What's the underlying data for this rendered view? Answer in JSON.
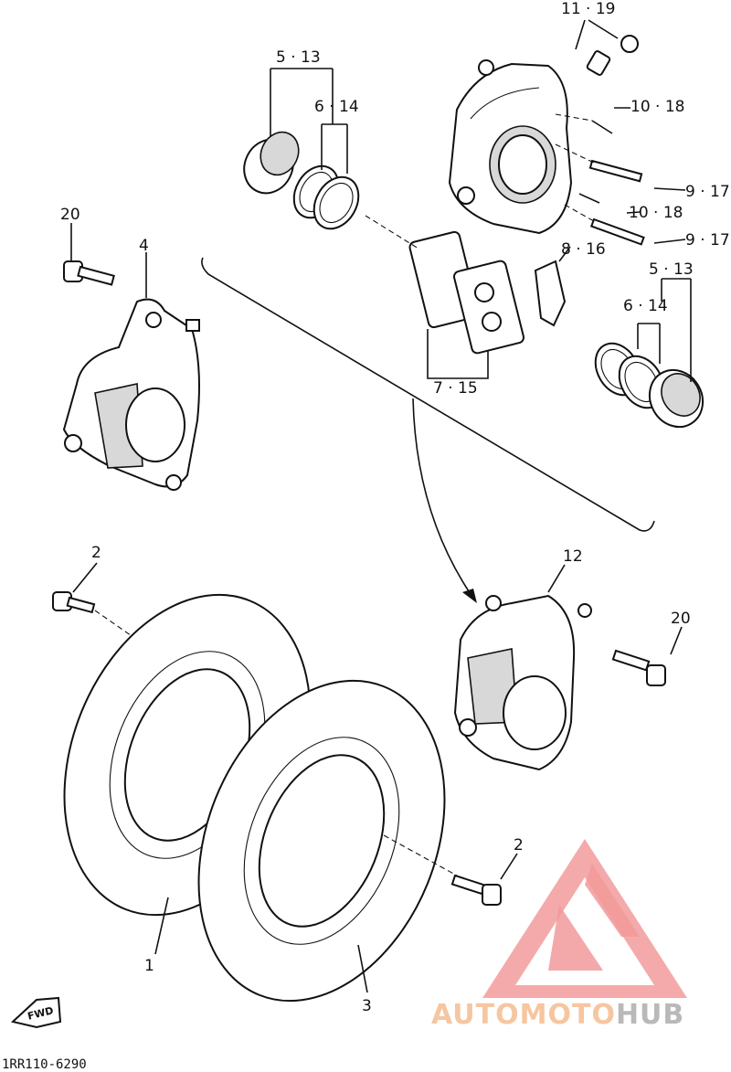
{
  "diagram": {
    "callouts": {
      "c1": "1",
      "c2a": "2",
      "c2b": "2",
      "c3": "3",
      "c4": "4",
      "c5_13a": "5 · 13",
      "c5_13b": "5 · 13",
      "c6_14a": "6 · 14",
      "c6_14b": "6 · 14",
      "c7_15": "7 · 15",
      "c8_16": "8 · 16",
      "c9_17a": "9 · 17",
      "c9_17b": "9 · 17",
      "c10_18a": "10 · 18",
      "c10_18b": "10 · 18",
      "c11_19": "11 · 19",
      "c12": "12",
      "c20a": "20",
      "c20b": "20"
    },
    "fwd_label": "FWD",
    "drawing_code": "1RR110-6290"
  },
  "watermark": {
    "part1": "AUTO",
    "part2": "MOTO",
    "part3": "HUB",
    "colors": {
      "triangle": "#f08a8a",
      "auto": "#f6c6a0",
      "hub": "#b9b9b9"
    }
  }
}
